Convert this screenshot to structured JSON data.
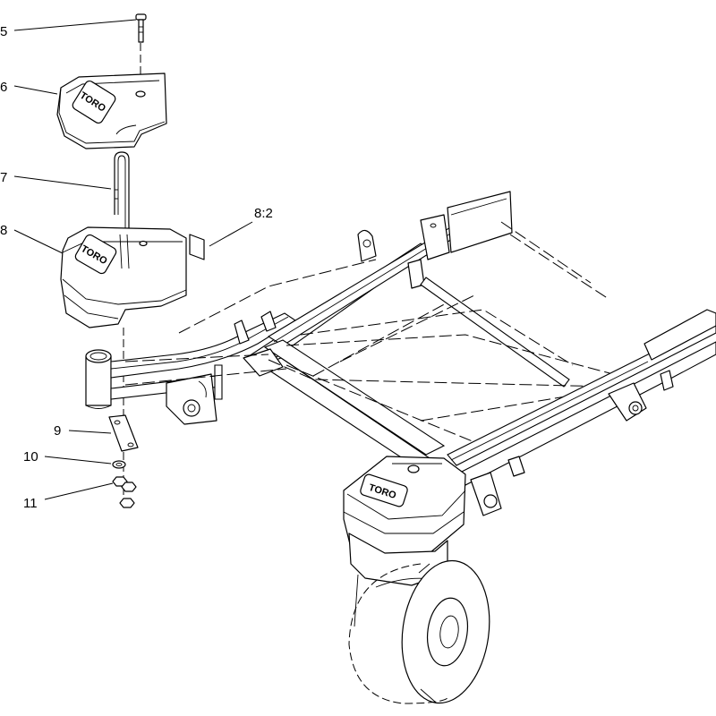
{
  "callouts": [
    {
      "label": "5"
    },
    {
      "label": "6"
    },
    {
      "label": "7"
    },
    {
      "label": "8"
    },
    {
      "label": "8:2"
    },
    {
      "label": "9"
    },
    {
      "label": "10"
    },
    {
      "label": "11"
    }
  ],
  "logo_text": "TORO",
  "colors": {
    "line": "#000000",
    "background": "#ffffff"
  }
}
